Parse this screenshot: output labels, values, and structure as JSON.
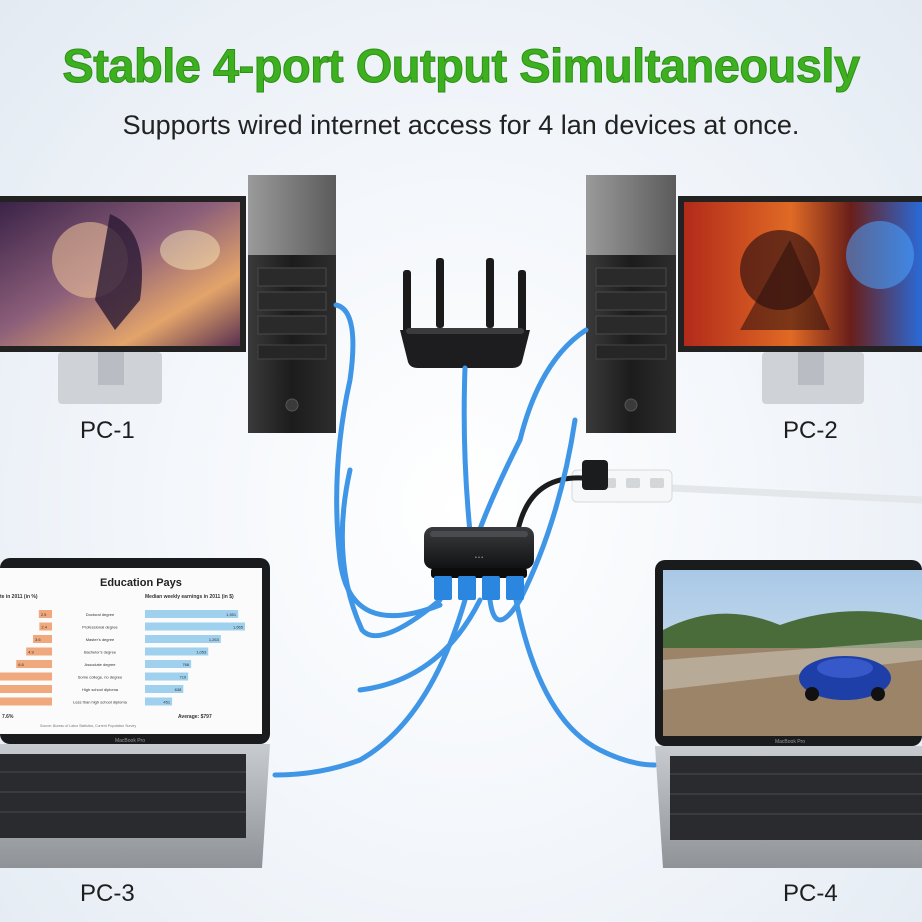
{
  "header": {
    "title": "Stable 4-port Output Simultaneously",
    "subtitle": "Supports wired internet access for 4 lan devices at once."
  },
  "pc_labels": [
    "PC-1",
    "PC-2",
    "PC-3",
    "PC-4"
  ],
  "laptop_screen": {
    "chart_title": "Education Pays",
    "left_heading": "te in 2011 (in %)",
    "right_heading": "Median weekly earnings in 2011 (in $)",
    "rows": [
      {
        "rate": "2.5",
        "degree": "Doctoral degree",
        "earnings": "1,551"
      },
      {
        "rate": "2.4",
        "degree": "Professional degree",
        "earnings": "1,665"
      },
      {
        "rate": "3.6",
        "degree": "Master's degree",
        "earnings": "1,263"
      },
      {
        "rate": "4.9",
        "degree": "Bachelor's degree",
        "earnings": "1,053"
      },
      {
        "rate": "6.8",
        "degree": "Associate degree",
        "earnings": "768"
      },
      {
        "rate": "",
        "degree": "Some college, no degree",
        "earnings": "719"
      },
      {
        "rate": "",
        "degree": "High school diploma",
        "earnings": "638"
      },
      {
        "rate": "",
        "degree": "Less than high school diploma",
        "earnings": "451"
      }
    ],
    "footer_left": "7.6%",
    "footer_right": "Average: $797",
    "source": "Source: Bureau of Labor Statistics, Current Population Survey"
  },
  "laptop_brand": "MacBook Pro",
  "colors": {
    "title_green": "#3cb01f",
    "cable_blue": "#3f95e6",
    "device_black": "#1b1c1e"
  }
}
